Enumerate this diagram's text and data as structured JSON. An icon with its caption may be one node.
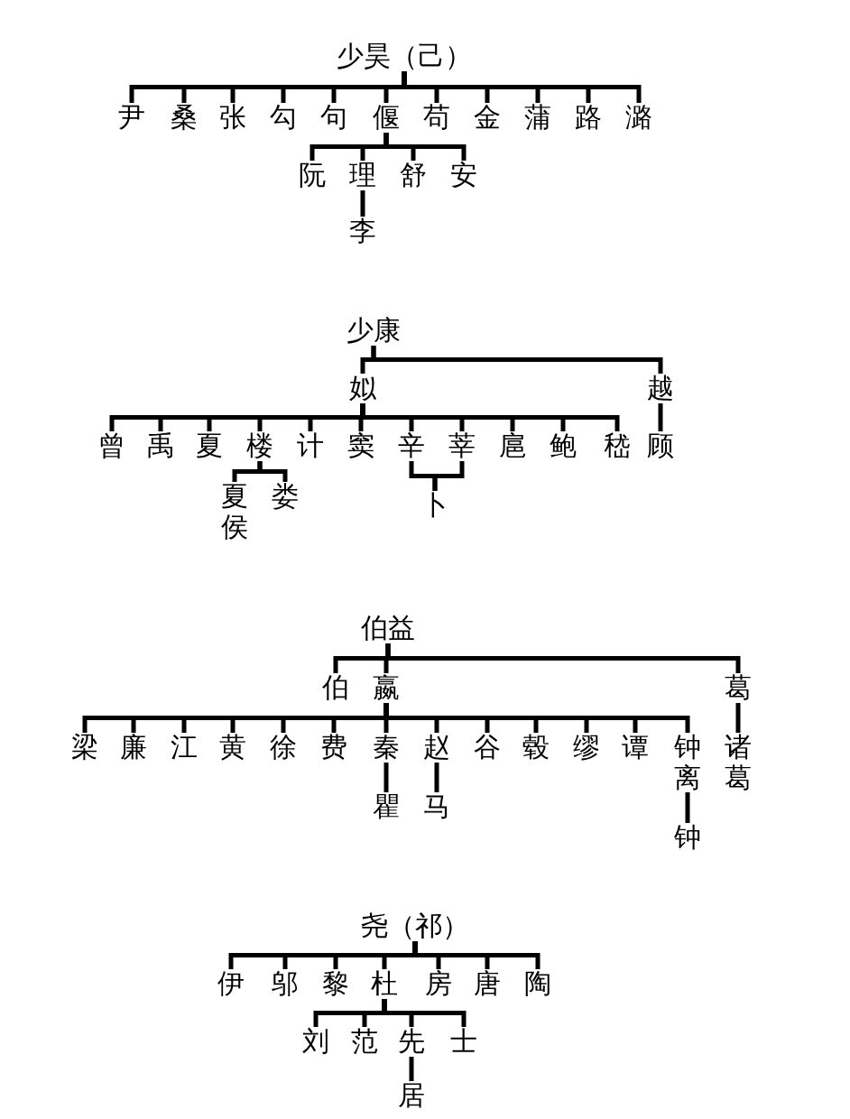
{
  "diagram": {
    "nodes": [
      {
        "text": [
          "少昊（己）"
        ]
      },
      {
        "text": [
          "尹"
        ]
      },
      {
        "text": [
          "桑"
        ]
      },
      {
        "text": [
          "张"
        ]
      },
      {
        "text": [
          "勾"
        ]
      },
      {
        "text": [
          "句"
        ]
      },
      {
        "text": [
          "偃"
        ]
      },
      {
        "text": [
          "苟"
        ]
      },
      {
        "text": [
          "金"
        ]
      },
      {
        "text": [
          "蒲"
        ]
      },
      {
        "text": [
          "路"
        ]
      },
      {
        "text": [
          "潞"
        ]
      },
      {
        "text": [
          "阮"
        ]
      },
      {
        "text": [
          "理"
        ]
      },
      {
        "text": [
          "舒"
        ]
      },
      {
        "text": [
          "安"
        ]
      },
      {
        "text": [
          "李"
        ]
      },
      {
        "text": [
          "少康"
        ]
      },
      {
        "text": [
          "姒"
        ]
      },
      {
        "text": [
          "越"
        ]
      },
      {
        "text": [
          "曾"
        ]
      },
      {
        "text": [
          "禹"
        ]
      },
      {
        "text": [
          "夏"
        ]
      },
      {
        "text": [
          "楼"
        ]
      },
      {
        "text": [
          "计"
        ]
      },
      {
        "text": [
          "窦"
        ]
      },
      {
        "text": [
          "辛"
        ]
      },
      {
        "text": [
          "莘"
        ]
      },
      {
        "text": [
          "扈"
        ]
      },
      {
        "text": [
          "鲍"
        ]
      },
      {
        "text": [
          "嵇"
        ]
      },
      {
        "text": [
          "顾"
        ]
      },
      {
        "text": [
          "夏侯"
        ]
      },
      {
        "text": [
          "娄"
        ]
      },
      {
        "text": [
          "卜"
        ]
      },
      {
        "text": [
          "伯益"
        ]
      },
      {
        "text": [
          "伯"
        ]
      },
      {
        "text": [
          "嬴"
        ]
      },
      {
        "text": [
          "葛"
        ]
      },
      {
        "text": [
          "梁"
        ]
      },
      {
        "text": [
          "廉"
        ]
      },
      {
        "text": [
          "江"
        ]
      },
      {
        "text": [
          "黄"
        ]
      },
      {
        "text": [
          "徐"
        ]
      },
      {
        "text": [
          "费"
        ]
      },
      {
        "text": [
          "秦"
        ]
      },
      {
        "text": [
          "赵"
        ]
      },
      {
        "text": [
          "谷"
        ]
      },
      {
        "text": [
          "毂"
        ]
      },
      {
        "text": [
          "缪"
        ]
      },
      {
        "text": [
          "谭"
        ]
      },
      {
        "text": [
          "钟离"
        ]
      },
      {
        "text": [
          "诸葛"
        ]
      },
      {
        "text": [
          "瞿"
        ]
      },
      {
        "text": [
          "马"
        ]
      },
      {
        "text": [
          "钟"
        ]
      },
      {
        "text": [
          "尧（祁）"
        ]
      },
      {
        "text": [
          "伊"
        ]
      },
      {
        "text": [
          "邬"
        ]
      },
      {
        "text": [
          "黎"
        ]
      },
      {
        "text": [
          "杜"
        ]
      },
      {
        "text": [
          "房"
        ]
      },
      {
        "text": [
          "唐"
        ]
      },
      {
        "text": [
          "陶"
        ]
      },
      {
        "text": [
          "刘"
        ]
      },
      {
        "text": [
          "范"
        ]
      },
      {
        "text": [
          "先"
        ]
      },
      {
        "text": [
          "士"
        ]
      },
      {
        "text": [
          "居"
        ]
      }
    ],
    "edges": [
      {
        "from": 0,
        "to": 1,
        "arrow": "none"
      },
      {
        "from": 0,
        "to": 2,
        "arrow": "none"
      },
      {
        "from": 0,
        "to": 3,
        "arrow": "none"
      },
      {
        "from": 0,
        "to": 4,
        "arrow": "none"
      },
      {
        "from": 0,
        "to": 5,
        "arrow": "none"
      },
      {
        "from": 0,
        "to": 6,
        "arrow": "none"
      },
      {
        "from": 0,
        "to": 7,
        "arrow": "none"
      },
      {
        "from": 0,
        "to": 8,
        "arrow": "none"
      },
      {
        "from": 0,
        "to": 9,
        "arrow": "none"
      },
      {
        "from": 0,
        "to": 10,
        "arrow": "none"
      },
      {
        "from": 0,
        "to": 11,
        "arrow": "none"
      },
      {
        "from": 6,
        "to": 12,
        "arrow": "none"
      },
      {
        "from": 6,
        "to": 13,
        "arrow": "none"
      },
      {
        "from": 6,
        "to": 14,
        "arrow": "none"
      },
      {
        "from": 6,
        "to": 15,
        "arrow": "none"
      },
      {
        "from": 13,
        "to": 16,
        "arrow": "none"
      },
      {
        "from": 17,
        "to": 18,
        "arrow": "none"
      },
      {
        "from": 17,
        "to": 19,
        "arrow": "none"
      },
      {
        "from": 18,
        "to": 20,
        "arrow": "none"
      },
      {
        "from": 18,
        "to": 21,
        "arrow": "none"
      },
      {
        "from": 18,
        "to": 22,
        "arrow": "none"
      },
      {
        "from": 18,
        "to": 23,
        "arrow": "none"
      },
      {
        "from": 18,
        "to": 24,
        "arrow": "none"
      },
      {
        "from": 18,
        "to": 25,
        "arrow": "none"
      },
      {
        "from": 18,
        "to": 26,
        "arrow": "none"
      },
      {
        "from": 18,
        "to": 27,
        "arrow": "none"
      },
      {
        "from": 18,
        "to": 28,
        "arrow": "none"
      },
      {
        "from": 18,
        "to": 29,
        "arrow": "none"
      },
      {
        "from": 18,
        "to": 30,
        "arrow": "none"
      },
      {
        "from": 19,
        "to": 31,
        "arrow": "none"
      },
      {
        "from": 23,
        "to": 32,
        "arrow": "none"
      },
      {
        "from": 23,
        "to": 33,
        "arrow": "none"
      },
      {
        "from": 26,
        "to": 34,
        "arrow": "none"
      },
      {
        "from": 27,
        "to": 34,
        "arrow": "none"
      },
      {
        "from": 35,
        "to": 36,
        "arrow": "none"
      },
      {
        "from": 35,
        "to": 37,
        "arrow": "none"
      },
      {
        "from": 35,
        "to": 38,
        "arrow": "none"
      },
      {
        "from": 37,
        "to": 39,
        "arrow": "none"
      },
      {
        "from": 37,
        "to": 40,
        "arrow": "none"
      },
      {
        "from": 37,
        "to": 41,
        "arrow": "none"
      },
      {
        "from": 37,
        "to": 42,
        "arrow": "none"
      },
      {
        "from": 37,
        "to": 43,
        "arrow": "none"
      },
      {
        "from": 37,
        "to": 44,
        "arrow": "none"
      },
      {
        "from": 37,
        "to": 45,
        "arrow": "none"
      },
      {
        "from": 37,
        "to": 46,
        "arrow": "none"
      },
      {
        "from": 37,
        "to": 47,
        "arrow": "none"
      },
      {
        "from": 37,
        "to": 48,
        "arrow": "none"
      },
      {
        "from": 37,
        "to": 49,
        "arrow": "none"
      },
      {
        "from": 37,
        "to": 50,
        "arrow": "none"
      },
      {
        "from": 37,
        "to": 51,
        "arrow": "none"
      },
      {
        "from": 38,
        "to": 52,
        "arrow": "none"
      },
      {
        "from": 45,
        "to": 53,
        "arrow": "none"
      },
      {
        "from": 46,
        "to": 54,
        "arrow": "none"
      },
      {
        "from": 51,
        "to": 55,
        "arrow": "none"
      },
      {
        "from": 56,
        "to": 57,
        "arrow": "none"
      },
      {
        "from": 56,
        "to": 58,
        "arrow": "none"
      },
      {
        "from": 56,
        "to": 59,
        "arrow": "none"
      },
      {
        "from": 56,
        "to": 60,
        "arrow": "none"
      },
      {
        "from": 56,
        "to": 61,
        "arrow": "none"
      },
      {
        "from": 56,
        "to": 62,
        "arrow": "none"
      },
      {
        "from": 56,
        "to": 63,
        "arrow": "none"
      },
      {
        "from": 60,
        "to": 64,
        "arrow": "none"
      },
      {
        "from": 60,
        "to": 65,
        "arrow": "none"
      },
      {
        "from": 60,
        "to": 66,
        "arrow": "none"
      },
      {
        "from": 60,
        "to": 67,
        "arrow": "none"
      },
      {
        "from": 66,
        "to": 68,
        "arrow": "none"
      }
    ]
  }
}
